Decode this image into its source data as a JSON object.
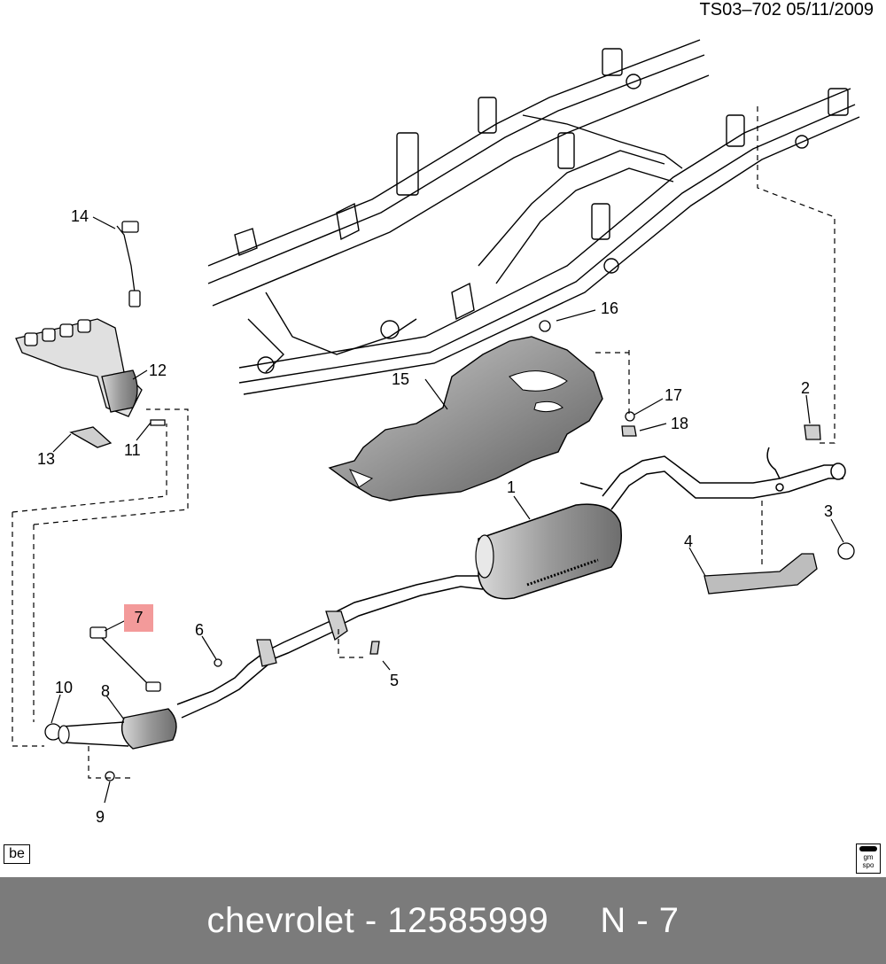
{
  "header": {
    "doc_id": "TS03–702  05/11/2009"
  },
  "highlight_callout": "7",
  "callouts": {
    "c1": "1",
    "c2": "2",
    "c3": "3",
    "c4": "4",
    "c5": "5",
    "c6": "6",
    "c8": "8",
    "c9": "9",
    "c10": "10",
    "c11": "11",
    "c12": "12",
    "c13": "13",
    "c14": "14",
    "c15": "15",
    "c16": "16",
    "c17": "17",
    "c18": "18"
  },
  "corner_left": "be",
  "corner_right": {
    "line1": "gm",
    "line2": "spo"
  },
  "footer": {
    "text": "chevrolet - 12585999     N - 7"
  },
  "colors": {
    "footer_bg": "#7b7b7b",
    "highlight": "#f39a9a",
    "shield_fill": "#555555"
  }
}
